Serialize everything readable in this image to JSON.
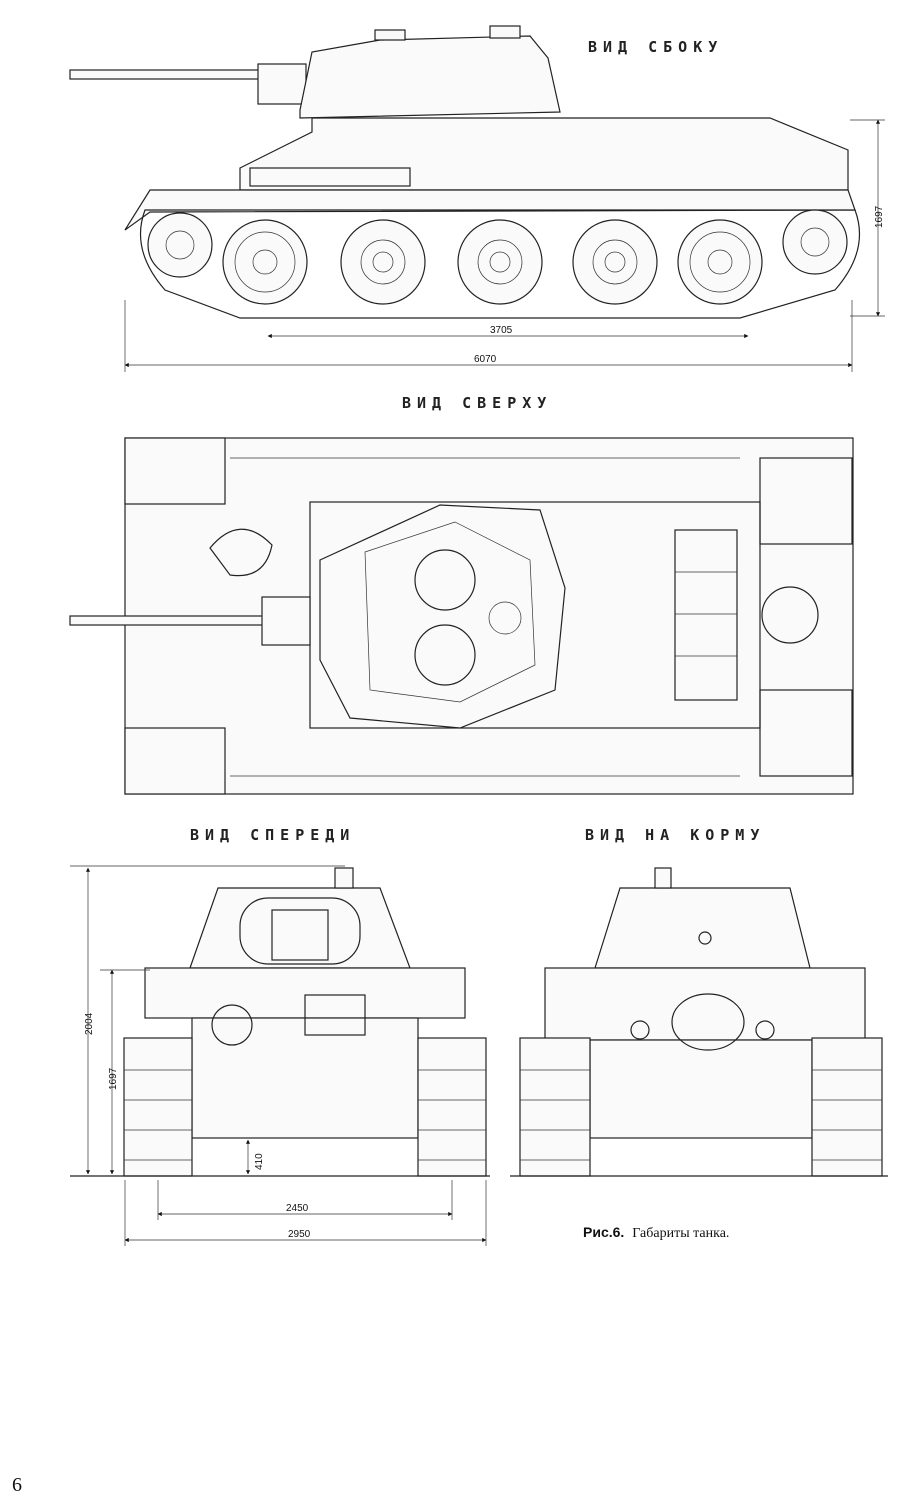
{
  "views": {
    "side": "ВИД СБОКУ",
    "top": "ВИД СВЕРХУ",
    "front": "ВИД СПЕРЕДИ",
    "rear": "ВИД НА КОРМУ"
  },
  "dimensions": {
    "wheelbase": "3705",
    "length": "6070",
    "side_height": "1697",
    "front_height_total": "2004",
    "front_height_hull": "1697",
    "ground_clearance": "410",
    "track_gauge": "2450",
    "width": "2950"
  },
  "caption": {
    "figure_label": "Рис.6.",
    "text": "Габариты танка."
  },
  "page_number": "6"
}
